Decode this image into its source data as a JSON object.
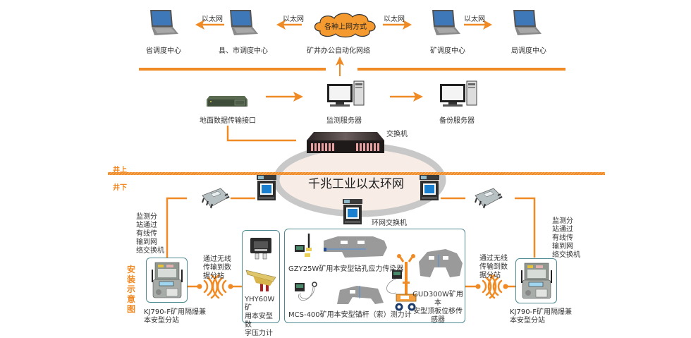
{
  "colors": {
    "accent": "#f08a24",
    "frame": "#4f8a93",
    "ring": "#c8c8c8",
    "ring_fill": "#f7ece6"
  },
  "top": {
    "nodes": [
      "省调度中心",
      "县、市调度中心",
      "矿井办公自动化网络",
      "矿调度中心",
      "局调度中心"
    ],
    "cloud": "各种上网方式",
    "link_label": "以太网"
  },
  "middle": {
    "ground_interface": "地面数据传输接口",
    "monitor_server": "监测服务器",
    "backup_server": "备份服务器",
    "switch": "交换机"
  },
  "ring": {
    "title": "千兆工业以太环网",
    "ring_switch": "环网交换机"
  },
  "ground": {
    "above": "井上",
    "below": "井下"
  },
  "left": {
    "wired_note": [
      "监测分",
      "站通过",
      "有线传",
      "输到网",
      "络交换机"
    ],
    "wireless_note": [
      "通过无线",
      "传输到数",
      "据分站"
    ],
    "install_title": [
      "安",
      "装",
      "示",
      "意",
      "图"
    ],
    "station": [
      "KJ790-F矿用隔爆兼",
      "本安型分站"
    ]
  },
  "right": {
    "wired_note": [
      "监测分",
      "站通过",
      "有线传",
      "输到网",
      "络交换机"
    ],
    "wireless_note": [
      "通过无线",
      "传输到数",
      "据分站"
    ],
    "station": [
      "KJ790-F矿用隔爆兼",
      "本安型分站"
    ]
  },
  "sensors": {
    "yhy": [
      "YHY60W矿",
      "用本安型数",
      "字压力计"
    ],
    "gzy": "GZY25W矿用本安型钻孔应力传染器",
    "mcs": "MCS-400矿用本安型锚杆（索）测力计",
    "gud": [
      "GUD300W矿用本",
      "安型顶板位移传感器"
    ]
  }
}
